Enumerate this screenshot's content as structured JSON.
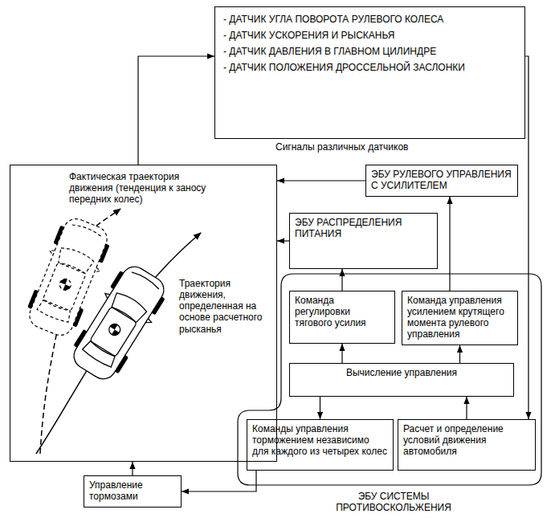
{
  "diagram": {
    "nodes": [
      {
        "text": [
          "- ДАТЧИК УГЛА ПОВОРОТА РУЛЕВОГО КОЛЕСА",
          "- ДАТЧИК УСКОРЕНИЯ И РЫСКАНЬЯ",
          "- ДАТЧИК ДАВЛЕНИЯ В ГЛАВНОМ ЦИЛИНДРЕ",
          "- ДАТЧИК ПОЛОЖЕНИЯ ДРОССЕЛЬНОЙ ЗАСЛОНКИ",
          "Сигналы различных датчиков"
        ]
      },
      {
        "text": [
          "Фактическая траектория движения (тенденция к заносу передних колес)",
          "Траектория движения, определенная на основе расчетного рысканья"
        ]
      },
      {
        "text": [
          "ЭБУ РУЛЕВОГО УПРАВЛЕНИЯ С УСИЛИТЕЛЕМ"
        ]
      },
      {
        "text": [
          "ЭБУ РАСПРЕДЕЛЕНИЯ ПИТАНИЯ"
        ]
      },
      {
        "text": [
          "ЭБУ СИСТЕМЫ ПРОТИВОСКОЛЬЖЕНИЯ"
        ]
      },
      {
        "text": [
          "Команда регулировки тягового усилия"
        ],
        "in": 4
      },
      {
        "text": [
          "Команда управления усилением крутящего момента рулевого управления"
        ],
        "in": 4
      },
      {
        "text": [
          "Вычисление управления"
        ],
        "in": 4
      },
      {
        "text": [
          "Команды управления торможением независимо для каждого из четырех колес"
        ],
        "in": 4
      },
      {
        "text": [
          "Расчет и определение условий движения автомобиля"
        ],
        "in": 4
      },
      {
        "text": [
          "Управление тормозами"
        ]
      }
    ],
    "edges": [
      {
        "from": 1,
        "to": 0,
        "arrow": "to"
      },
      {
        "from": 0,
        "to": 9,
        "arrow": "to"
      },
      {
        "from": 9,
        "to": 7,
        "arrow": "to"
      },
      {
        "from": 7,
        "to": 5,
        "arrow": "to"
      },
      {
        "from": 7,
        "to": 6,
        "arrow": "to"
      },
      {
        "from": 7,
        "to": 8,
        "arrow": "to"
      },
      {
        "from": 5,
        "to": 3,
        "arrow": "to"
      },
      {
        "from": 6,
        "to": 2,
        "arrow": "to"
      },
      {
        "from": 3,
        "to": 1,
        "arrow": "to"
      },
      {
        "from": 2,
        "to": 1,
        "arrow": "to"
      },
      {
        "from": 8,
        "to": 10,
        "arrow": "to"
      },
      {
        "from": 10,
        "to": 1,
        "arrow": "to"
      }
    ]
  }
}
